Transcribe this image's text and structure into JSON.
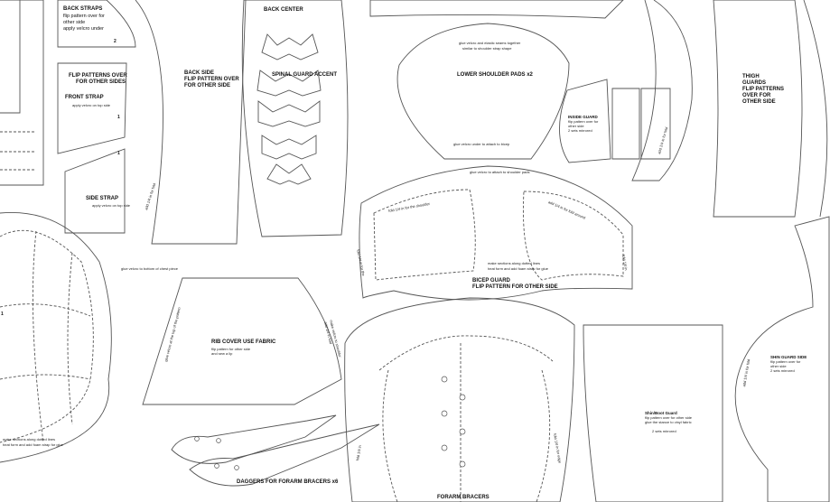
{
  "pieces": {
    "back_straps": {
      "title": "BACK STRAPS",
      "note1": "flip pattern over for",
      "note2": "other side",
      "note3": "apply velcro under",
      "num": "2"
    },
    "flip_over": {
      "line1": "FLIP PATTERNS OVER",
      "line2": "FOR OTHER SIDES"
    },
    "front_strap": {
      "title": "FRONT STRAP",
      "note": "apply velcro on top side",
      "num": "1"
    },
    "side_strap": {
      "title": "SIDE STRAP",
      "note": "apply velcro on top side",
      "num": "1"
    },
    "back_side": {
      "line1": "BACK SIDE",
      "line2": "FLIP PATTERN OVER",
      "line3": "FOR OTHER SIDE",
      "edge": "add 1/4 in for fold"
    },
    "back_center": {
      "title": "BACK CENTER"
    },
    "spinal_guard": {
      "title": "SPINAL GUARD ACCENT"
    },
    "lower_shoulder": {
      "title": "LOWER SHOULDER PADS x2",
      "note1": "glue velcro and elastic seams together",
      "note2": "similar to shoulder strap shape",
      "note3": "glue velcro under to attach to bicep"
    },
    "inside_guard": {
      "title": "INSIDE GUARD",
      "note1": "flip pattern over for",
      "note2": "other side",
      "note3": "2 sets mirrored"
    },
    "thigh_guards": {
      "line1": "THIGH",
      "line2": "GUARDS",
      "line3": "FLIP PATTERNS",
      "line4": "OVER FOR",
      "line5": "OTHER SIDE",
      "edge": "add 1/4 in for fold"
    },
    "bicep_guard": {
      "line1": "BICEP GUARD",
      "line2": "FLIP PATTERN FOR OTHER SIDE",
      "top": "glue velcro to attach to shoulder pads",
      "note1": "make sections along dotted lines",
      "note2": "heat form and add foam strap for glue",
      "edge1": "fold 1/4 in for the shoulder",
      "edge2": "add 1/4 in for fold around",
      "edge3": "fold 1/4 in for the",
      "edge4": "fold 1/4 in"
    },
    "rib_cover": {
      "title": "RIB COVER USE FABRIC",
      "note1": "flip pattern for other side",
      "note2": "and sew a lip",
      "edge1": "glue velcro at the top of the pattern",
      "edge2": "add 1/4 in fold",
      "edge3": "make velcro to shoulder"
    },
    "chest": {
      "num": "1",
      "note_top": "glue velcro to bottom of chest piece",
      "note1": "make sections along dotted lines",
      "note2": "heat form and add foam strap for glue"
    },
    "daggers": {
      "title": "DAGGERS FOR FORARM BRACERS x6"
    },
    "forearm": {
      "title": "FORARM BRACERS",
      "edge1": "fold 1/4 in",
      "edge2": "fold 1/4 in for edge"
    },
    "shin_guard": {
      "title": "Shin/Boot Guard",
      "note1": "flip pattern over for other side",
      "note2": "glue the stance to vinyl fabric",
      "note3": "2 sets mirrored"
    },
    "shin_side": {
      "title": "SHIN GUARD SIDE",
      "note1": "flip pattern over for",
      "note2": "other side",
      "note3": "2 sets mirrored",
      "edge": "add 1/4 in for fold"
    }
  }
}
